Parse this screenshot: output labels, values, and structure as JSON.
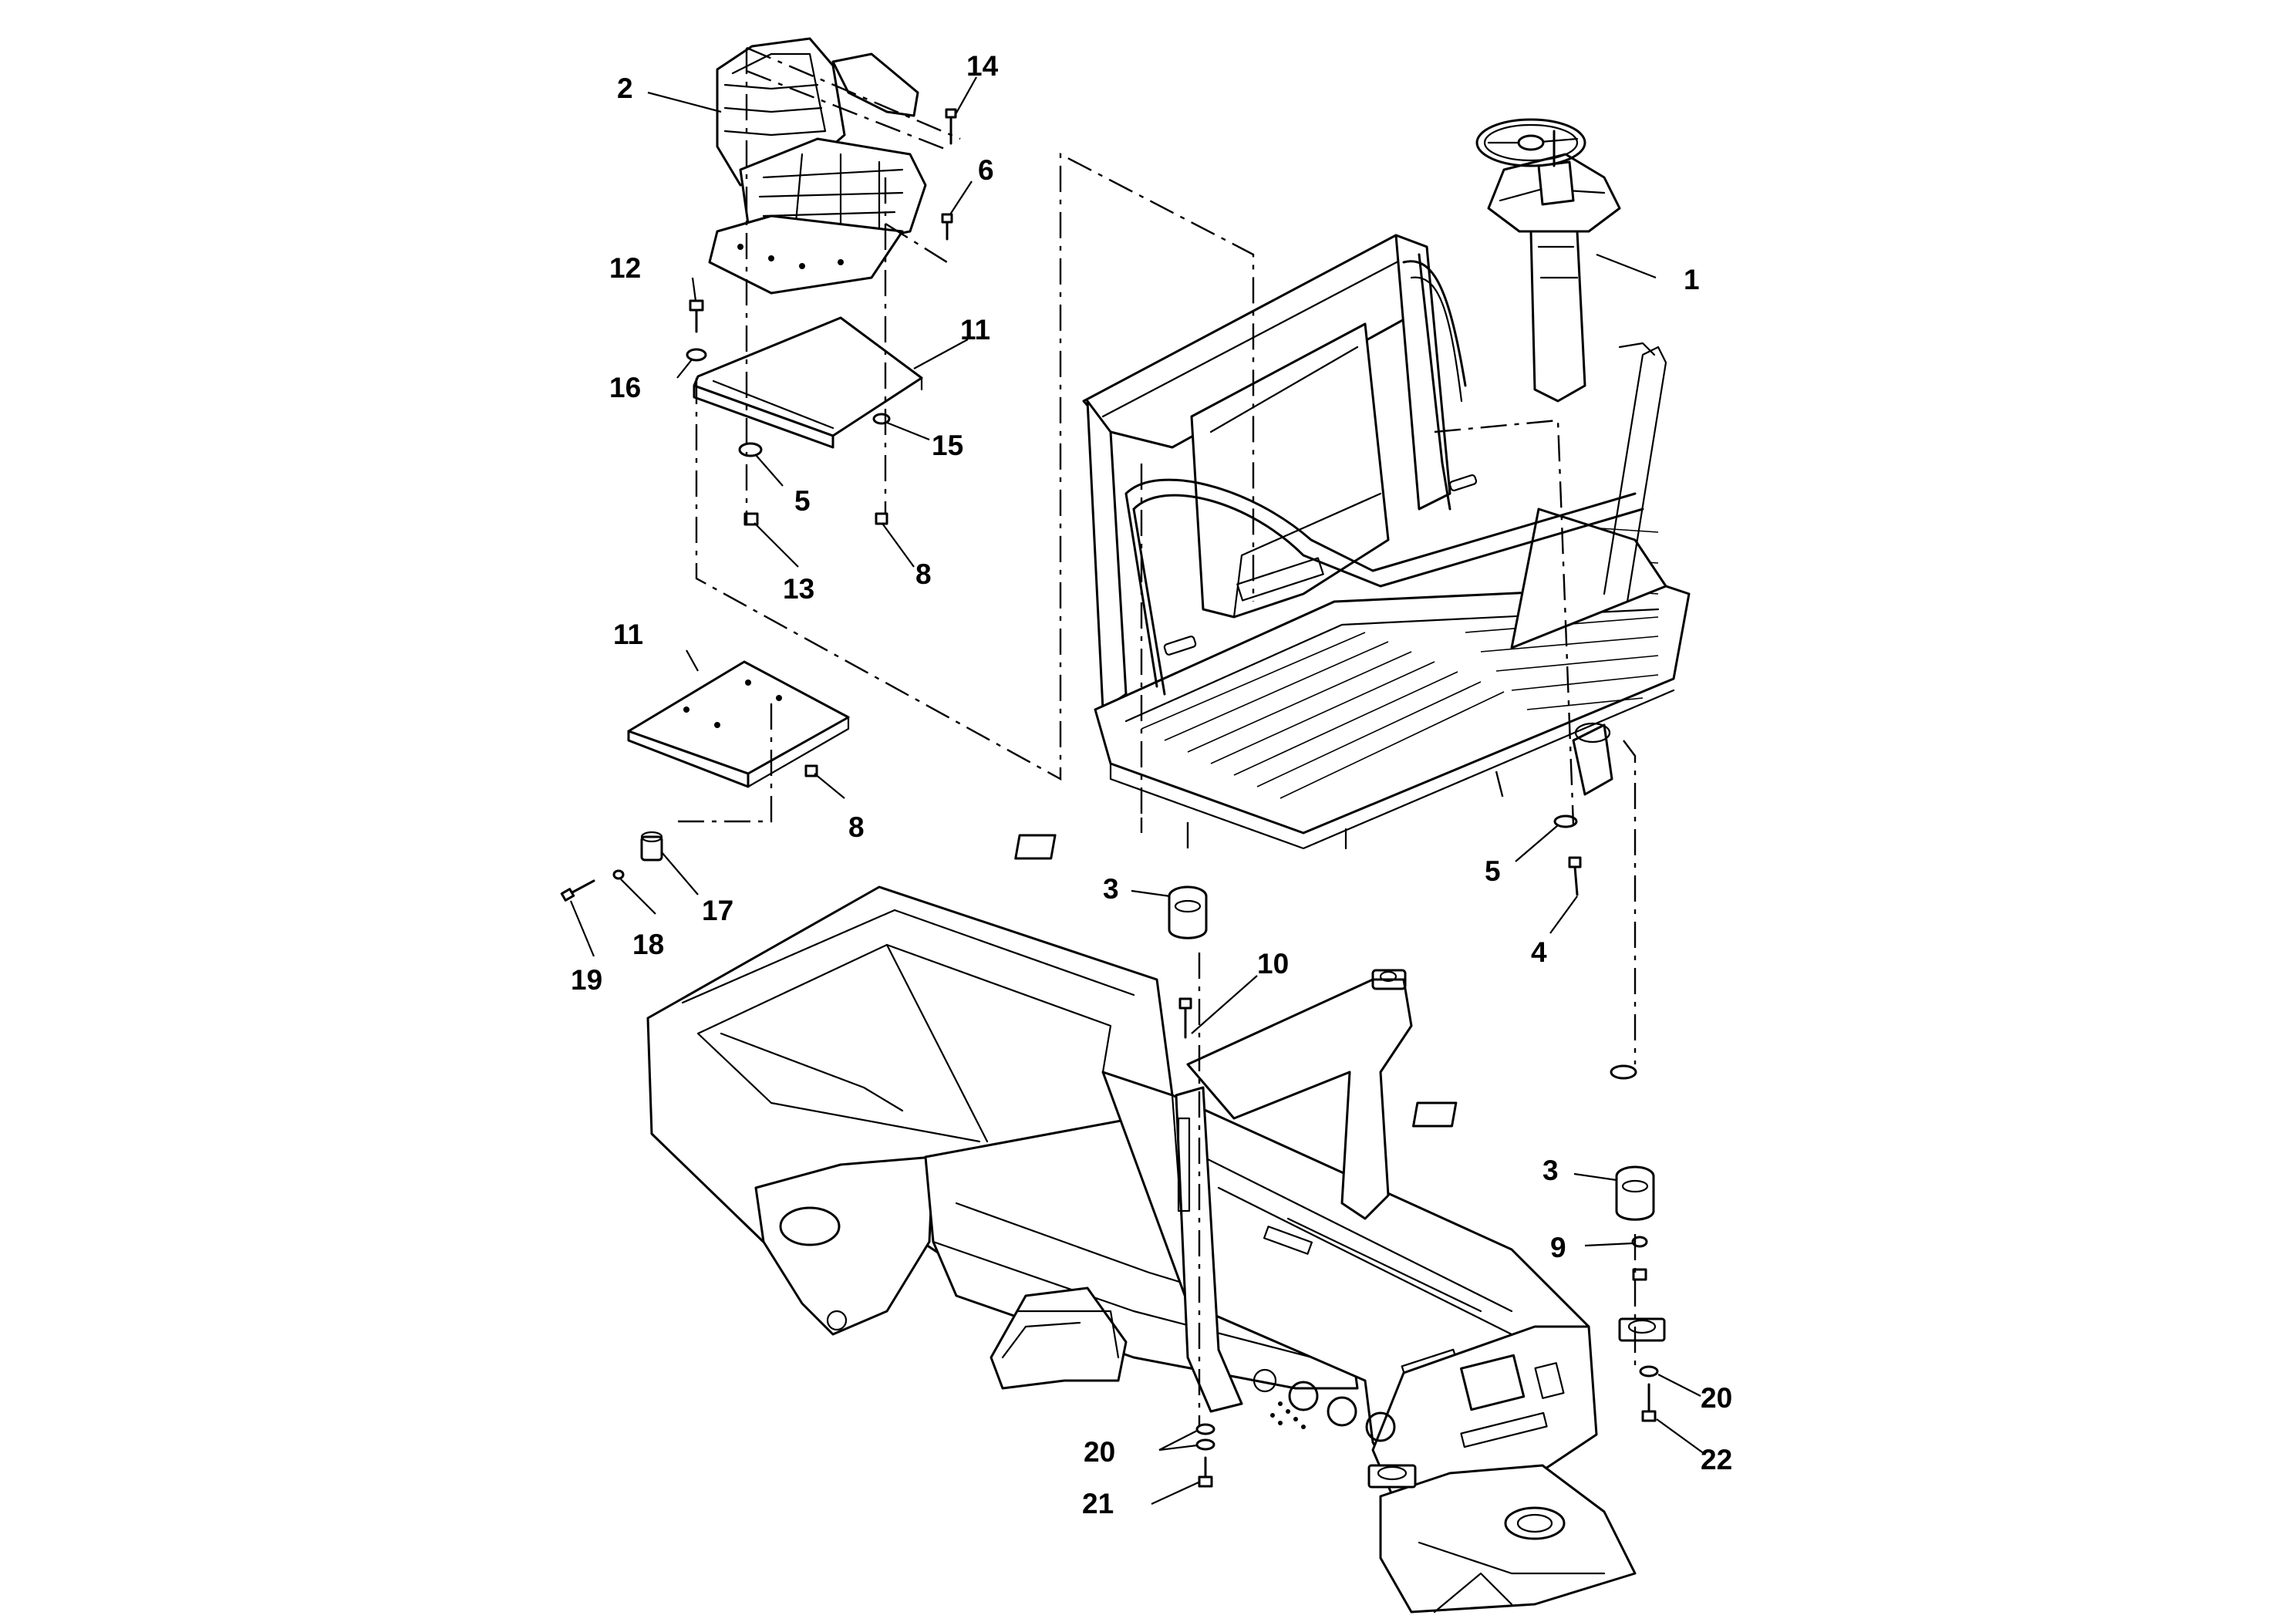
{
  "callouts": [
    {
      "id": "c1",
      "label": "1"
    },
    {
      "id": "c2",
      "label": "2"
    },
    {
      "id": "c14",
      "label": "14"
    },
    {
      "id": "c6",
      "label": "6"
    },
    {
      "id": "c12",
      "label": "12"
    },
    {
      "id": "c11a",
      "label": "11"
    },
    {
      "id": "c16",
      "label": "16"
    },
    {
      "id": "c15",
      "label": "15"
    },
    {
      "id": "c5a",
      "label": "5"
    },
    {
      "id": "c13",
      "label": "13"
    },
    {
      "id": "c8a",
      "label": "8"
    },
    {
      "id": "c11b",
      "label": "11"
    },
    {
      "id": "c8b",
      "label": "8"
    },
    {
      "id": "c17",
      "label": "17"
    },
    {
      "id": "c18",
      "label": "18"
    },
    {
      "id": "c19",
      "label": "19"
    },
    {
      "id": "c3a",
      "label": "3"
    },
    {
      "id": "c10",
      "label": "10"
    },
    {
      "id": "c5b",
      "label": "5"
    },
    {
      "id": "c4",
      "label": "4"
    },
    {
      "id": "c3b",
      "label": "3"
    },
    {
      "id": "c9",
      "label": "9"
    },
    {
      "id": "c20a",
      "label": "20"
    },
    {
      "id": "c20b",
      "label": "20"
    },
    {
      "id": "c21",
      "label": "21"
    },
    {
      "id": "c22",
      "label": "22"
    }
  ]
}
